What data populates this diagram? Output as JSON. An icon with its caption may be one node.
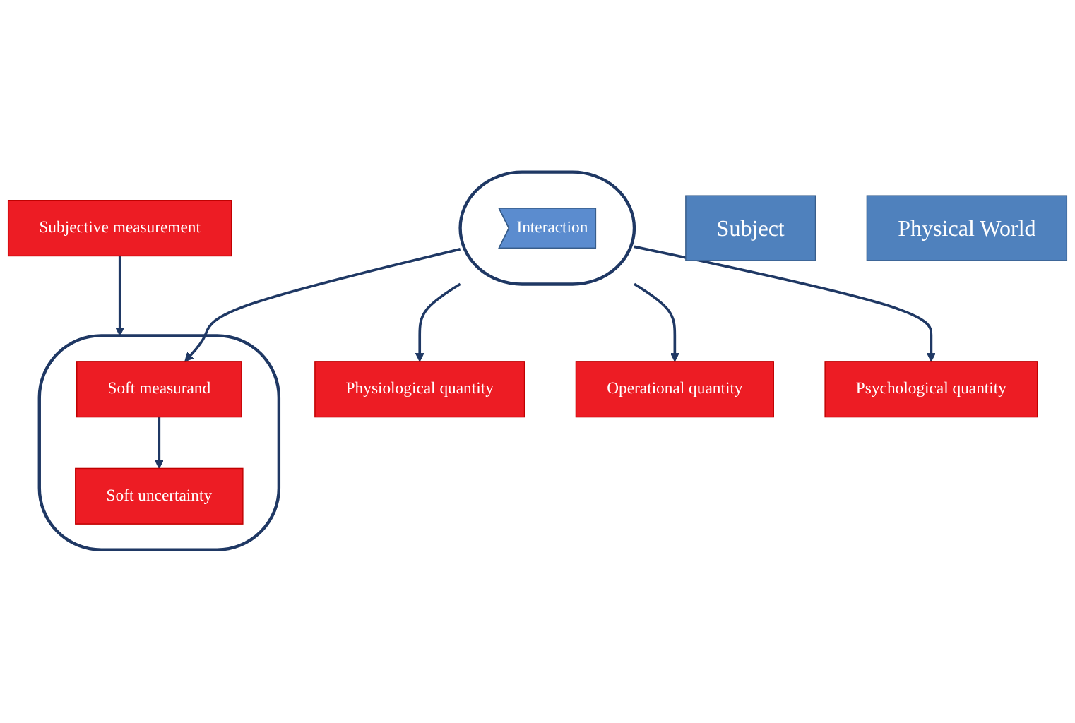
{
  "diagram": {
    "nodes": [
      {
        "text": [],
        "shape": "ellipse"
      },
      {
        "text": [
          "Subjective measurement"
        ]
      },
      {
        "text": [
          "Soft measurand"
        ],
        "in": 0
      },
      {
        "text": [
          "Soft uncertainty"
        ],
        "in": 0
      },
      {
        "text": [
          "Subject"
        ]
      },
      {
        "text": [],
        "shape": "ellipse"
      },
      {
        "text": [
          "Interaction"
        ],
        "in": 5
      },
      {
        "text": [
          "Physical World"
        ]
      },
      {
        "text": [
          "Physiological quantity"
        ]
      },
      {
        "text": [
          "Operational quantity"
        ]
      },
      {
        "text": [
          "Psychological quantity"
        ]
      }
    ],
    "edges": [
      {
        "from": 1,
        "to": 0,
        "arrow": "to"
      },
      {
        "from": 2,
        "to": 3,
        "arrow": "to"
      },
      {
        "from": 5,
        "to": 2,
        "arrow": "to"
      },
      {
        "from": 5,
        "to": 8,
        "arrow": "to"
      },
      {
        "from": 5,
        "to": 9,
        "arrow": "to"
      },
      {
        "from": 5,
        "to": 10,
        "arrow": "to"
      }
    ]
  }
}
